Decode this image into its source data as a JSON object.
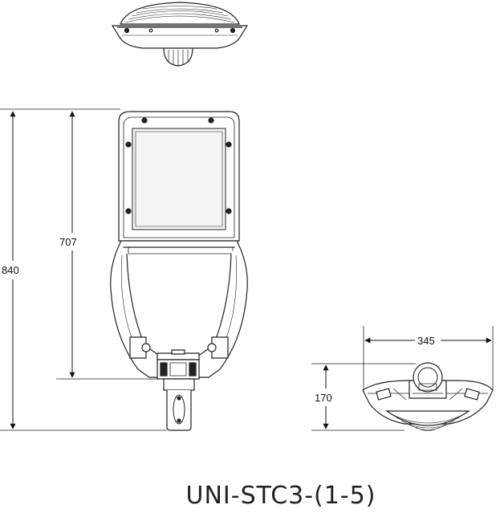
{
  "dimensions": {
    "overall_height": "840",
    "head_height": "707",
    "width": "345",
    "thickness": "170"
  },
  "model": "UNI-STC3-(1-5)",
  "colors": {
    "line": "#222222",
    "panel": "#f4f4f4"
  }
}
